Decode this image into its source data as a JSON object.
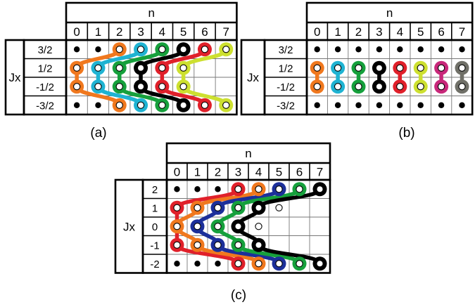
{
  "palette": {
    "orange": "#f0781e",
    "cyan": "#1fb3d2",
    "green": "#16a03c",
    "black": "#000000",
    "red": "#e0202a",
    "yellow": "#cde030",
    "magenta": "#c8287a",
    "gray": "#707068",
    "blue": "#1c2f9a"
  },
  "panels": [
    {
      "id": "a",
      "caption": "(a)",
      "n_header": "n",
      "row_header": "Jx",
      "columns": [
        "0",
        "1",
        "2",
        "3",
        "4",
        "5",
        "6",
        "7"
      ],
      "rows": [
        "3/2",
        "1/2",
        "-1/2",
        "-3/2"
      ],
      "dots": {
        "3/2": [
          "filled",
          "filled",
          "open",
          "open",
          "open",
          "open",
          "open",
          "open"
        ],
        "1/2": [
          "open",
          "open",
          "open",
          "open",
          "open",
          "open",
          "empty",
          "empty"
        ],
        "-1/2": [
          "open",
          "open",
          "open",
          "open",
          "open",
          "open",
          "empty",
          "empty"
        ],
        "-3/2": [
          "filled",
          "filled",
          "open",
          "open",
          "open",
          "open",
          "open",
          "open"
        ]
      },
      "loops": [
        {
          "color": "orange",
          "cells": [
            [
              2,
              "3/2"
            ],
            [
              0,
              "1/2"
            ],
            [
              0,
              "-1/2"
            ],
            [
              2,
              "-3/2"
            ]
          ]
        },
        {
          "color": "cyan",
          "cells": [
            [
              3,
              "3/2"
            ],
            [
              1,
              "1/2"
            ],
            [
              1,
              "-1/2"
            ],
            [
              3,
              "-3/2"
            ]
          ]
        },
        {
          "color": "green",
          "cells": [
            [
              4,
              "3/2"
            ],
            [
              2,
              "1/2"
            ],
            [
              2,
              "-1/2"
            ],
            [
              4,
              "-3/2"
            ]
          ]
        },
        {
          "color": "black",
          "cells": [
            [
              5,
              "3/2"
            ],
            [
              3,
              "1/2"
            ],
            [
              3,
              "-1/2"
            ],
            [
              5,
              "-3/2"
            ]
          ]
        },
        {
          "color": "red",
          "cells": [
            [
              6,
              "3/2"
            ],
            [
              4,
              "1/2"
            ],
            [
              4,
              "-1/2"
            ],
            [
              6,
              "-3/2"
            ]
          ]
        },
        {
          "color": "yellow",
          "cells": [
            [
              7,
              "3/2"
            ],
            [
              5,
              "1/2"
            ],
            [
              5,
              "-1/2"
            ],
            [
              7,
              "-3/2"
            ]
          ]
        }
      ]
    },
    {
      "id": "b",
      "caption": "(b)",
      "n_header": "n",
      "row_header": "Jx",
      "columns": [
        "0",
        "1",
        "2",
        "3",
        "4",
        "5",
        "6",
        "7"
      ],
      "rows": [
        "3/2",
        "1/2",
        "-1/2",
        "-3/2"
      ],
      "dots": {
        "3/2": [
          "filled",
          "filled",
          "filled",
          "filled",
          "filled",
          "filled",
          "filled",
          "filled"
        ],
        "1/2": [
          "open",
          "open",
          "open",
          "open",
          "open",
          "open",
          "open",
          "open"
        ],
        "-1/2": [
          "open",
          "open",
          "open",
          "open",
          "open",
          "open",
          "open",
          "open"
        ],
        "-3/2": [
          "filled",
          "filled",
          "filled",
          "filled",
          "filled",
          "filled",
          "filled",
          "filled"
        ]
      },
      "loops": [
        {
          "color": "orange",
          "cells": [
            [
              0,
              "1/2"
            ],
            [
              0,
              "-1/2"
            ]
          ]
        },
        {
          "color": "cyan",
          "cells": [
            [
              1,
              "1/2"
            ],
            [
              1,
              "-1/2"
            ]
          ]
        },
        {
          "color": "green",
          "cells": [
            [
              2,
              "1/2"
            ],
            [
              2,
              "-1/2"
            ]
          ]
        },
        {
          "color": "black",
          "cells": [
            [
              3,
              "1/2"
            ],
            [
              3,
              "-1/2"
            ]
          ]
        },
        {
          "color": "red",
          "cells": [
            [
              4,
              "1/2"
            ],
            [
              4,
              "-1/2"
            ]
          ]
        },
        {
          "color": "yellow",
          "cells": [
            [
              5,
              "1/2"
            ],
            [
              5,
              "-1/2"
            ]
          ]
        },
        {
          "color": "magenta",
          "cells": [
            [
              6,
              "1/2"
            ],
            [
              6,
              "-1/2"
            ]
          ]
        },
        {
          "color": "gray",
          "cells": [
            [
              7,
              "1/2"
            ],
            [
              7,
              "-1/2"
            ]
          ]
        }
      ]
    },
    {
      "id": "c",
      "caption": "(c)",
      "n_header": "n",
      "row_header": "Jx",
      "columns": [
        "0",
        "1",
        "2",
        "3",
        "4",
        "5",
        "6",
        "7"
      ],
      "rows": [
        "2",
        "1",
        "0",
        "-1",
        "-2"
      ],
      "dots": {
        "2": [
          "filled",
          "filled",
          "filled",
          "open",
          "open",
          "open",
          "open",
          "open"
        ],
        "1": [
          "open",
          "open",
          "open",
          "open",
          "open",
          "open",
          "empty",
          "empty"
        ],
        "0": [
          "open",
          "open",
          "open",
          "open",
          "open",
          "empty",
          "empty",
          "empty"
        ],
        "-1": [
          "open",
          "open",
          "open",
          "open",
          "open",
          "empty",
          "empty",
          "empty"
        ],
        "-2": [
          "filled",
          "filled",
          "filled",
          "open",
          "open",
          "open",
          "open",
          "open"
        ]
      },
      "loops": [
        {
          "color": "red",
          "cells": [
            [
              3,
              "2"
            ],
            [
              0,
              "1"
            ],
            [
              0,
              "-1"
            ],
            [
              3,
              "-2"
            ]
          ]
        },
        {
          "color": "orange",
          "cells": [
            [
              4,
              "2"
            ],
            [
              1,
              "1"
            ],
            [
              0,
              "0"
            ],
            [
              1,
              "-1"
            ],
            [
              4,
              "-2"
            ]
          ]
        },
        {
          "color": "blue",
          "cells": [
            [
              5,
              "2"
            ],
            [
              2,
              "1"
            ],
            [
              1,
              "0"
            ],
            [
              2,
              "-1"
            ],
            [
              5,
              "-2"
            ]
          ]
        },
        {
          "color": "green",
          "cells": [
            [
              6,
              "2"
            ],
            [
              3,
              "1"
            ],
            [
              2,
              "0"
            ],
            [
              3,
              "-1"
            ],
            [
              6,
              "-2"
            ]
          ]
        },
        {
          "color": "black",
          "cells": [
            [
              7,
              "2"
            ],
            [
              4,
              "1"
            ],
            [
              3,
              "0"
            ],
            [
              4,
              "-1"
            ],
            [
              7,
              "-2"
            ]
          ]
        }
      ]
    }
  ]
}
